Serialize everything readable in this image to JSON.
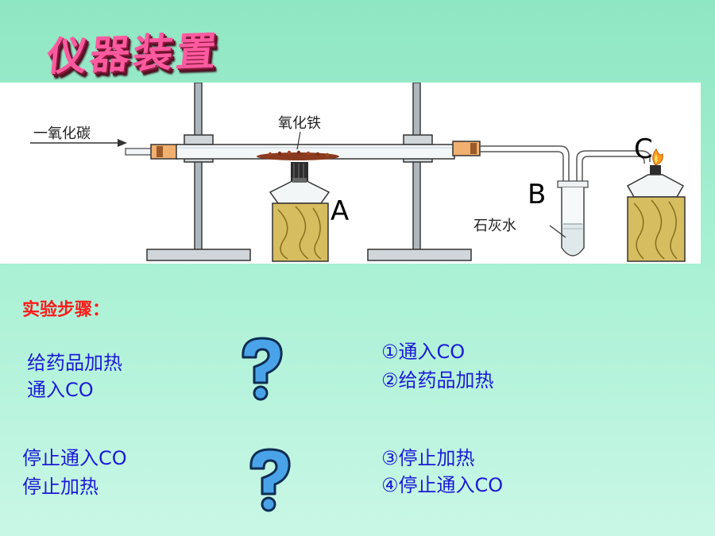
{
  "title": "仪器装置",
  "diagram": {
    "gas_in_label": "一氧化碳",
    "oxide_label": "氧化铁",
    "limewater_label": "石灰水",
    "label_a": "A",
    "label_b": "B",
    "label_c": "C"
  },
  "steps": {
    "heading": "实验步骤：",
    "wrong_1": [
      "给药品加热",
      "通入CO"
    ],
    "right_1": [
      "①通入CO",
      "②给药品加热"
    ],
    "wrong_2": [
      "停止通入CO",
      "停止加热"
    ],
    "right_2": [
      "③停止加热",
      "④停止通入CO"
    ]
  },
  "colors": {
    "title": "#ff5aa0",
    "heading": "#ff1a1a",
    "text": "#1a1ad8",
    "question_mark": "#4aa3e8"
  },
  "icons": [
    "question-mark-icon",
    "question-mark-icon"
  ]
}
